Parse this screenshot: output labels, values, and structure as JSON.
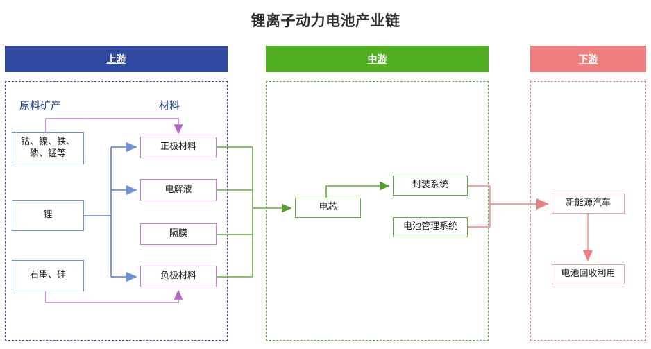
{
  "title": "锂离子动力电池产业链",
  "stages": [
    {
      "key": "upstream",
      "label": "上游",
      "color": "#2f4a9e",
      "border": "#3b53b0"
    },
    {
      "key": "midstream",
      "label": "中游",
      "color": "#52af24",
      "border": "#63b52e"
    },
    {
      "key": "downstream",
      "label": "下游",
      "color": "#ef7e7e",
      "border": "#ef7e7e"
    }
  ],
  "upstream": {
    "captions": {
      "ore": "原料矿产",
      "materials": "材料"
    },
    "ores": [
      {
        "label": "钴、镍、铁、\n磷、锰等"
      },
      {
        "label": "锂"
      },
      {
        "label": "石墨、硅"
      }
    ],
    "materials": [
      {
        "label": "正极材料"
      },
      {
        "label": "电解液"
      },
      {
        "label": "隔膜"
      },
      {
        "label": "负极材料"
      }
    ]
  },
  "midstream": {
    "nodes": [
      {
        "label": "电芯"
      },
      {
        "label": "封装系统"
      },
      {
        "label": "电池管理系统"
      }
    ]
  },
  "downstream": {
    "nodes": [
      {
        "label": "新能源汽车"
      },
      {
        "label": "电池回收利用"
      }
    ]
  },
  "colors": {
    "upstream_header": "#2f4a9e",
    "midstream_header": "#52af24",
    "downstream_header": "#ef7e7e",
    "ore_box_border": "#6f8fd8",
    "material_box_border": "#c27fce",
    "midstream_box_border": "#64ad3c",
    "downstream_box_border": "#efa3a3",
    "blue_connector": "#6f8fd8",
    "purple_connector": "#c27fce",
    "green_connector": "#64ad3c",
    "pink_connector": "#efa3a3",
    "title_text": "#2f2f2f",
    "caption_text": "#243f8f"
  }
}
